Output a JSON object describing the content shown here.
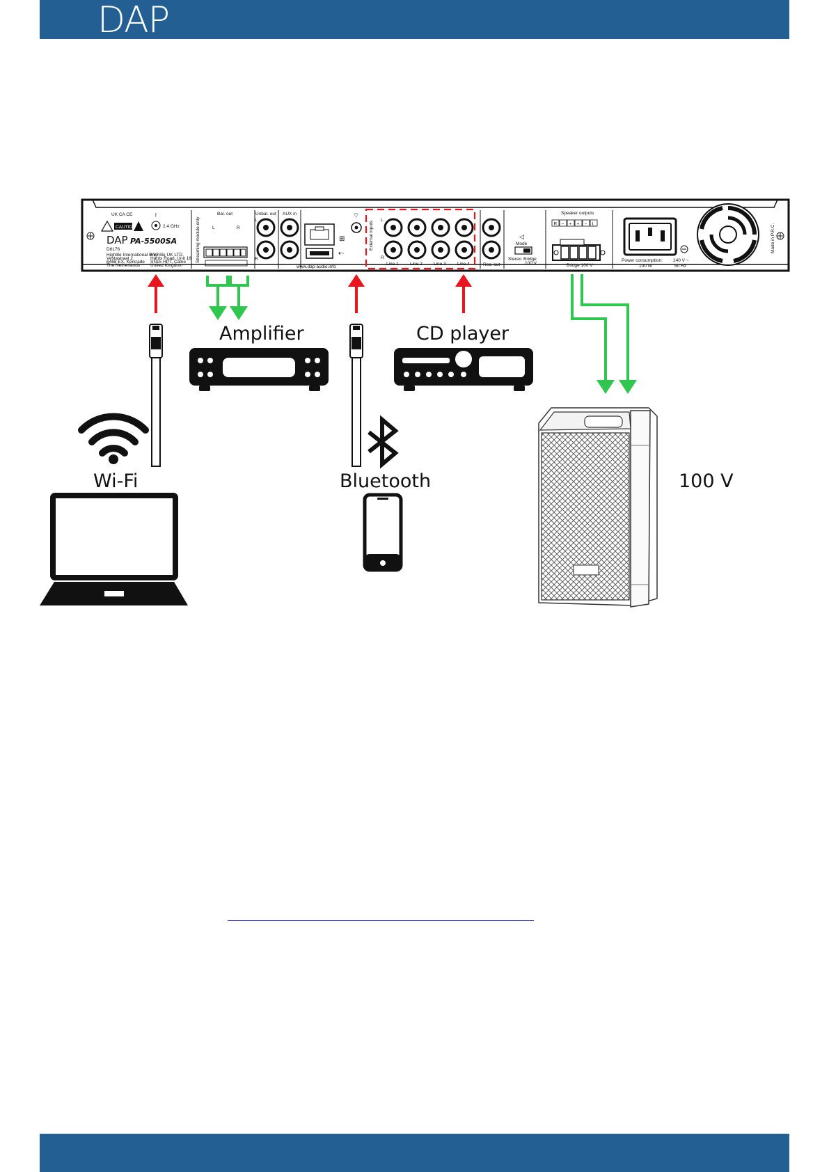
{
  "header": {
    "logo": "DAP"
  },
  "panel": {
    "brand": "DAP",
    "model": "PA-5500SA",
    "code": "D6176",
    "cert_marks": "UK CA CE",
    "caution": "CAUTION",
    "wifi_band": "2.4 GHz",
    "streaming_module": "Streaming module only",
    "bal_out": "Bal. out",
    "unbal_out": "Unbal. out",
    "aux_in": "AUX in",
    "left": "L",
    "right": "R",
    "website": "www.dap-audio.info",
    "external_inputs": "External inputs",
    "lines": [
      "Line 1",
      "Line 2",
      "Line 3",
      "Line 4"
    ],
    "rec_out": "Rec. out",
    "mode": "Mode",
    "stereo": "Stereo",
    "bridge": "Bridge",
    "bridge_100v_short": "100 V",
    "speaker_outputs": "Speaker outputs",
    "speaker_terminals": [
      "R",
      "−",
      "+",
      "+",
      "−",
      "L"
    ],
    "bridge_100v": "Bridge 100 V",
    "power_consumption": "Power consumption:",
    "power_value": "100 W",
    "voltage": "240 V ~",
    "frequency": "50 Hz",
    "made_in": "Made in P.R.C.",
    "company_nl": [
      "Highlite International B.V.",
      "Vestastraat 2",
      "6468 EX, Kerkrade",
      "The Netherlands"
    ],
    "company_uk": [
      "Highlite UK LTD.",
      "Harris Road, Unit 18",
      "SN15 HPT, Calne",
      "United Kingdom"
    ]
  },
  "devices": {
    "amplifier": "Amplifier",
    "cd_player": "CD player",
    "wifi": "Wi-Fi",
    "bluetooth": "Bluetooth",
    "speaker_voltage": "100 V"
  },
  "colors": {
    "brand_blue": "#245f94",
    "input_arrow": "#e8141e",
    "output_arrow": "#2fc74f",
    "highlight_box": "#e8141e"
  }
}
